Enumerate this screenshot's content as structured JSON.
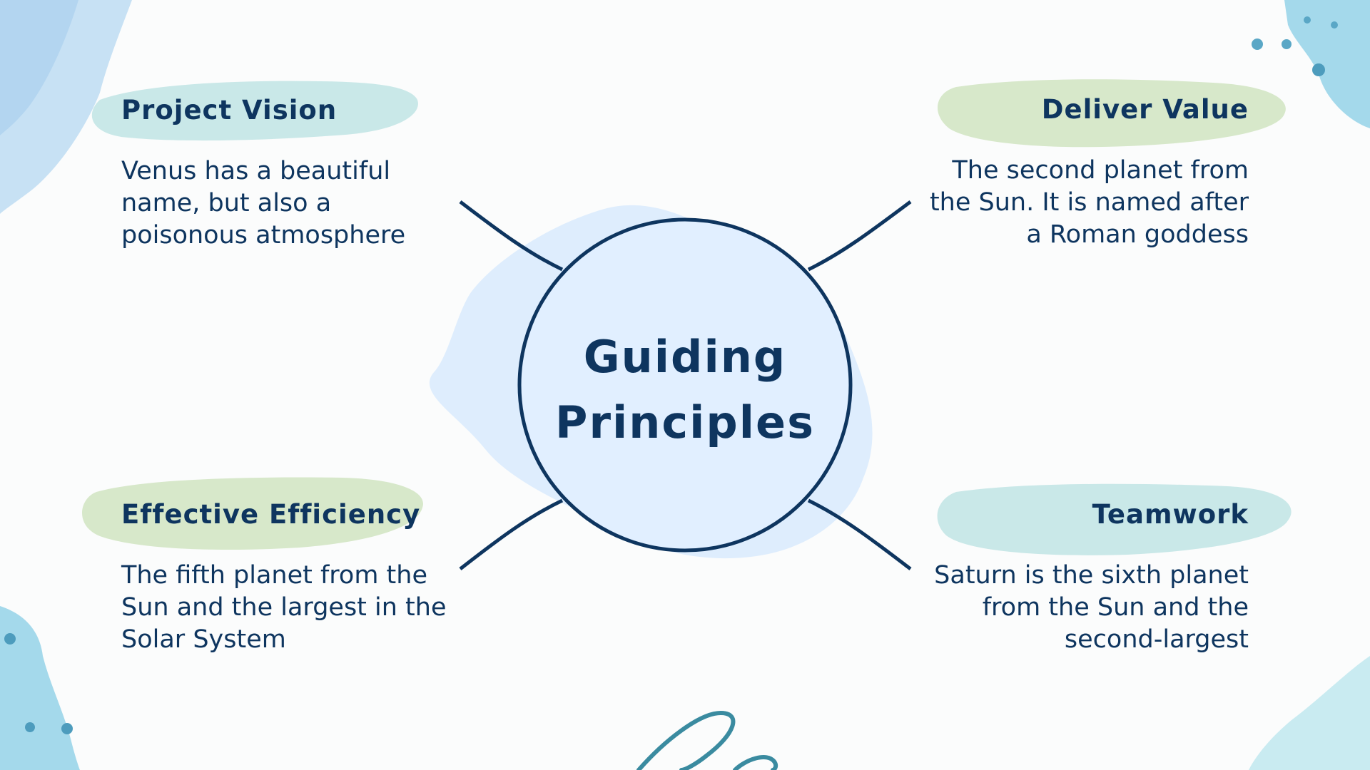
{
  "center": {
    "line1": "Guiding",
    "line2": "Principles"
  },
  "blocks": {
    "top_left": {
      "title": "Project Vision",
      "desc": "Venus has a beautiful name, but also a poisonous atmosphere"
    },
    "top_right": {
      "title": "Deliver Value",
      "desc": "The second planet from the Sun. It is named after a Roman goddess"
    },
    "bottom_left": {
      "title": "Effective Efficiency",
      "desc": "The fifth planet from the Sun and the largest in the Solar System"
    },
    "bottom_right": {
      "title": "Teamwork",
      "desc": "Saturn is the sixth planet from the Sun and the second-largest"
    }
  },
  "colors": {
    "text": "#0e355f",
    "circle_fill": "#e1efff",
    "teal_brush": "#bfe4e4",
    "green_brush": "#d3e6c4",
    "splash_blue": "#a9d6ef",
    "swirl": "#3a8ba0"
  }
}
